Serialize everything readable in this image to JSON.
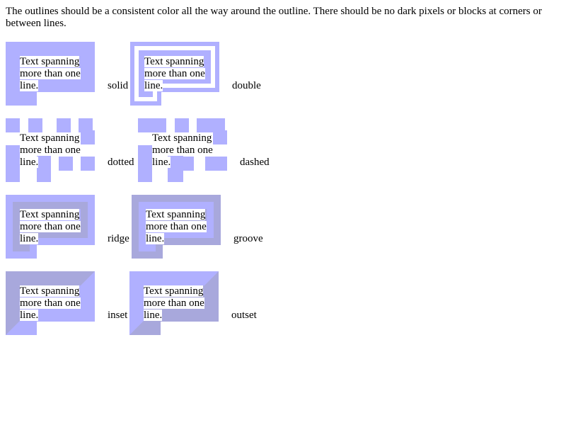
{
  "intro": "The outlines should be a consistent color all the way around the outline. There should be no dark pixels or blocks at corners or between lines.",
  "sample_lines": [
    "Text spanning",
    "more than one",
    "line."
  ],
  "colors": {
    "outline": "#b0b0ff",
    "outline_light": "#bbbbff",
    "outline_dark": "#a8a8dc",
    "background": "#ffffff"
  },
  "examples": [
    {
      "style": "solid",
      "label": "solid"
    },
    {
      "style": "double",
      "label": "double"
    },
    {
      "style": "dotted",
      "label": "dotted"
    },
    {
      "style": "dashed",
      "label": "dashed"
    },
    {
      "style": "ridge",
      "label": "ridge"
    },
    {
      "style": "groove",
      "label": "groove"
    },
    {
      "style": "inset",
      "label": "inset"
    },
    {
      "style": "outset",
      "label": "outset"
    }
  ]
}
